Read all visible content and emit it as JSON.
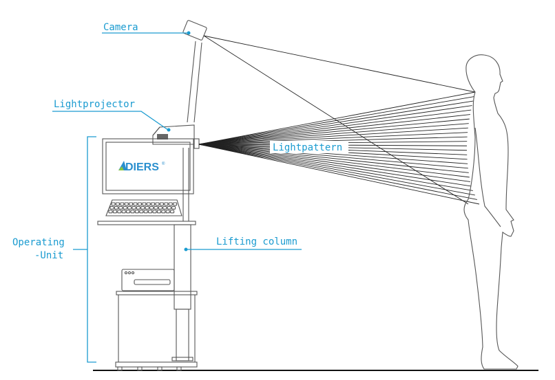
{
  "labels": {
    "camera": "Camera",
    "lightprojector": "Lightprojector",
    "lightpattern": "Lightpattern",
    "operating_unit_line1": "Operating",
    "operating_unit_line2": "-Unit",
    "lifting_column": "Lifting column"
  },
  "brand": {
    "logo_text": "DIERS",
    "registered_mark": "®"
  },
  "colors": {
    "accent": "#1a9bd0",
    "line": "#555555",
    "logo_blue": "#2a8fce",
    "logo_green": "#8cc63f"
  },
  "light_pattern": {
    "ray_count": 26
  }
}
